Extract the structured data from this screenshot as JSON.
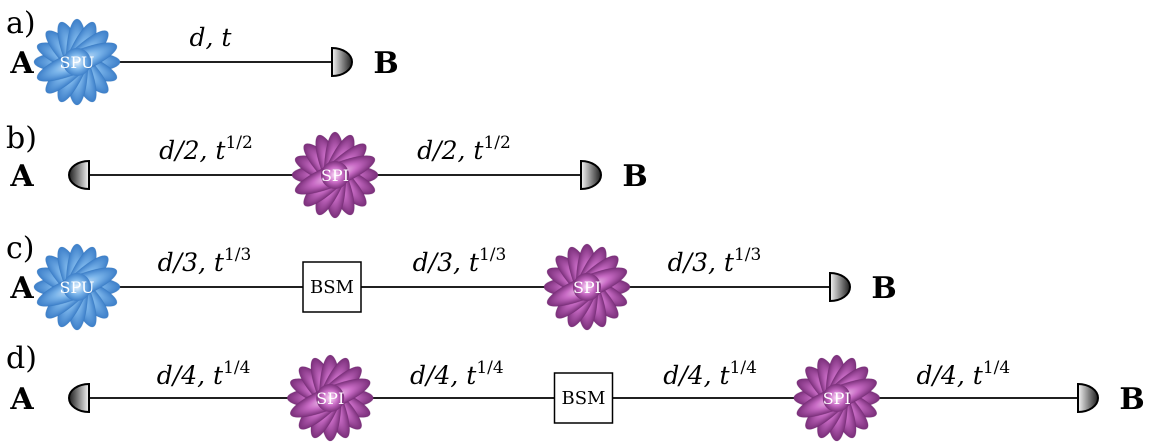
{
  "colors": {
    "spu": "#4a90d9",
    "spu_light": "#bfe0ff",
    "spi": "#b04fb0",
    "spi_light": "#f5b8f0",
    "detector_dark": "#222222",
    "detector_light": "#f4f4f4"
  },
  "node_a": "A",
  "node_b": "B",
  "panels": [
    {
      "label": "a)",
      "items": [
        {
          "kind": "source",
          "variant": "spu",
          "text": "SPU"
        },
        {
          "kind": "link",
          "base": "d, t",
          "sup": ""
        },
        {
          "kind": "detector",
          "side": "right"
        }
      ]
    },
    {
      "label": "b)",
      "items": [
        {
          "kind": "detector",
          "side": "left"
        },
        {
          "kind": "link",
          "base": "d/2, t",
          "sup": "1/2"
        },
        {
          "kind": "source",
          "variant": "spi",
          "text": "SPI"
        },
        {
          "kind": "link",
          "base": "d/2, t",
          "sup": "1/2"
        },
        {
          "kind": "detector",
          "side": "right"
        }
      ]
    },
    {
      "label": "c)",
      "items": [
        {
          "kind": "source",
          "variant": "spu",
          "text": "SPU"
        },
        {
          "kind": "link",
          "base": "d/3, t",
          "sup": "1/3"
        },
        {
          "kind": "bsm",
          "text": "BSM"
        },
        {
          "kind": "link",
          "base": "d/3, t",
          "sup": "1/3"
        },
        {
          "kind": "source",
          "variant": "spi",
          "text": "SPI"
        },
        {
          "kind": "link",
          "base": "d/3, t",
          "sup": "1/3"
        },
        {
          "kind": "detector",
          "side": "right"
        }
      ]
    },
    {
      "label": "d)",
      "items": [
        {
          "kind": "detector",
          "side": "left"
        },
        {
          "kind": "link",
          "base": "d/4, t",
          "sup": "1/4"
        },
        {
          "kind": "source",
          "variant": "spi",
          "text": "SPI"
        },
        {
          "kind": "link",
          "base": "d/4, t",
          "sup": "1/4"
        },
        {
          "kind": "bsm",
          "text": "BSM"
        },
        {
          "kind": "link",
          "base": "d/4, t",
          "sup": "1/4"
        },
        {
          "kind": "source",
          "variant": "spi",
          "text": "SPI"
        },
        {
          "kind": "link",
          "base": "d/4, t",
          "sup": "1/4"
        },
        {
          "kind": "detector",
          "side": "right"
        }
      ]
    }
  ]
}
